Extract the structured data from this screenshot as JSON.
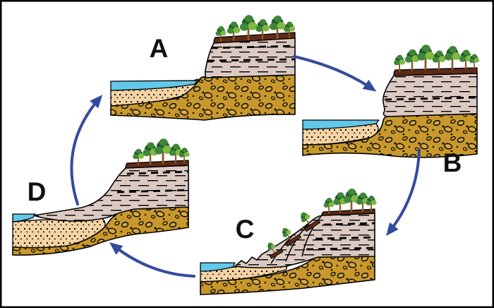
{
  "figure": {
    "kind": "coastal-cliff-erosion-cycle-diagram",
    "stages": [
      {
        "label": "A"
      },
      {
        "label": "B"
      },
      {
        "label": "C"
      },
      {
        "label": "D"
      }
    ],
    "arrows": [
      {
        "name": "arrow-a-to-b"
      },
      {
        "name": "arrow-b-to-c"
      },
      {
        "name": "arrow-c-to-d"
      },
      {
        "name": "arrow-d-to-a"
      }
    ],
    "colors": {
      "background": "#ffffff",
      "border": "#000000",
      "label_text": "#111111",
      "arrow": "#344b9e",
      "water": "#63c7ea",
      "sand": "#f3d3a3",
      "sand_dot": "#000000",
      "gravel": "#c8982c",
      "gravel_pebble": "#d4a73c",
      "silt_pink": "#dccac2",
      "silt_dash": "#000000",
      "topsoil_brown": "#5e2b17",
      "tree_dark": "#1f5c2a",
      "tree_mid": "#3f8637",
      "tree_light": "#7fb843",
      "trunk": "#8a5a2a",
      "outline": "#000000"
    }
  }
}
